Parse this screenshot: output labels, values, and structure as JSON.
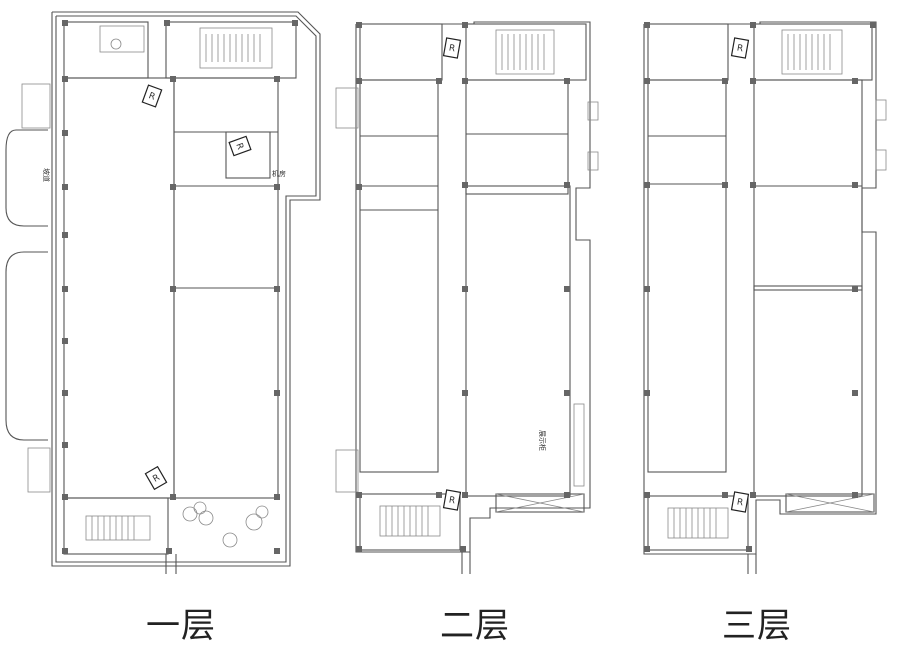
{
  "floors": [
    {
      "label": "一层"
    },
    {
      "label": "二层"
    },
    {
      "label": "三层"
    }
  ],
  "camera_symbol": "R",
  "annotations": {
    "floor1_ramp": "坡道",
    "floor1_room": "机房",
    "floor2_display": "展示柜"
  }
}
